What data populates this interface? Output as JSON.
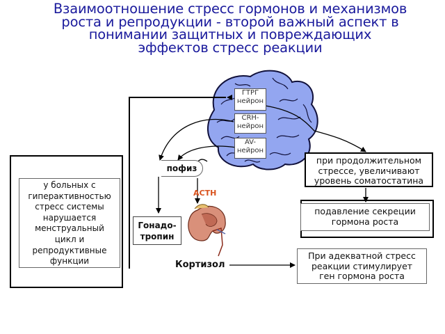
{
  "title": {
    "line1": "Взаимоотношение стресс гормонов и механизмов",
    "line2": "роста и репродукции - второй важный аспект в",
    "line3": "понимании защитных и повреждающих",
    "line4": "эффектов стресс реакции"
  },
  "neurons": {
    "gtrg": [
      "ГТРГ",
      "нейрон"
    ],
    "crh": [
      "CRH-",
      "нейрон"
    ],
    "av": [
      "AV-",
      "нейрон"
    ]
  },
  "hypophysis": "пофиз",
  "acth": "ACTH",
  "gonadotropin": [
    "Гонадо-",
    "тропин"
  ],
  "cortisol": "Кортизол",
  "left_box": [
    "у больных с",
    "гиперактивностью",
    "стресс системы",
    "нарушается",
    "менструальный",
    "цикл и",
    "репродуктивные",
    "функции"
  ],
  "right_boxes": {
    "somatostatin": [
      "при продолжительном",
      "стрессе, увеличивают",
      "уровень соматостатина"
    ],
    "suppression": [
      "подавление секреции",
      "гормона роста"
    ],
    "adequate": [
      "При адекватной стресс",
      "реакции стимулирует",
      "ген гормона роста"
    ]
  },
  "colors": {
    "title": "#1a1a9c",
    "brain": "#93a6f0",
    "acth": "#d9531e"
  }
}
